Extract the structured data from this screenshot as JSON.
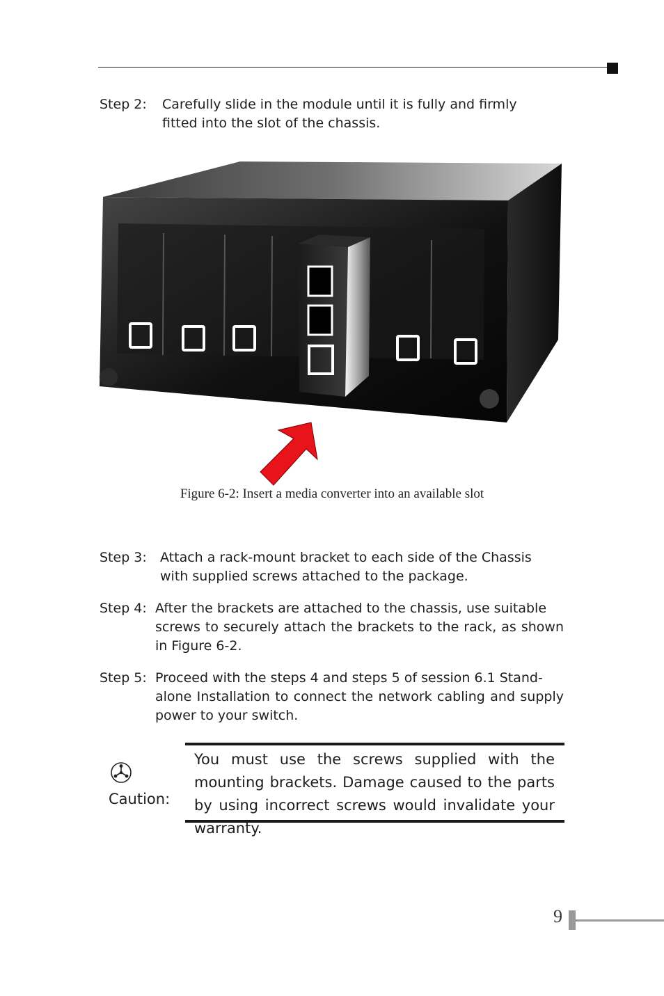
{
  "steps": [
    {
      "label": "Step 2:",
      "first": "Carefully slide in the module until it is fully and firmly",
      "rest": "fitted into the slot of the chassis."
    },
    {
      "label": "Step 3:",
      "first": "Attach a rack-mount bracket to each side of the Chassis",
      "rest": "with supplied screws attached to the package."
    },
    {
      "label": "Step 4:",
      "first": "After the brackets are attached to the chassis, use suitable",
      "rest": "screws to securely attach the brackets to the rack, as shown in Figure 6-2."
    },
    {
      "label": "Step 5:",
      "first": "Proceed with the steps 4 and steps 5 of session 6.1 Stand-",
      "rest": "alone Installation to connect the network cabling and supply power to your switch."
    }
  ],
  "figure": {
    "caption": "Figure 6-2: Insert a media converter into an available slot"
  },
  "caution": {
    "label": "Caution:",
    "text": "You must use the screws supplied with the mounting brackets. Damage caused to the parts by using incorrect screws would invalidate your warranty."
  },
  "page_number": "9",
  "colors": {
    "chassis": "#1c1c1c",
    "arrow": "#e8141b",
    "footer": "#999999"
  }
}
